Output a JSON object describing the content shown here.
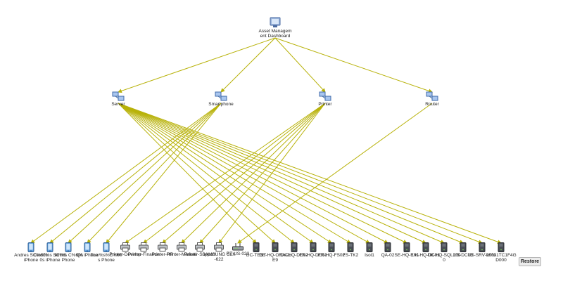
{
  "diagram": {
    "edge_color": "#b8b20a",
    "root": {
      "id": "dash",
      "label": "Asset Management Dashboard",
      "icon": "dashboard-icon"
    },
    "categories": [
      {
        "id": "server",
        "label": "Server",
        "icon": "server-icon"
      },
      {
        "id": "smartphone",
        "label": "Smartphone",
        "icon": "smartphone-icon"
      },
      {
        "id": "printer",
        "label": "Printer",
        "icon": "printer-icon"
      },
      {
        "id": "router",
        "label": "Router",
        "icon": "router-icon"
      }
    ],
    "assets": [
      {
        "id": "a1",
        "label": "Andres SC%60s iPhone",
        "icon": "iphone-icon",
        "parent": "smartphone"
      },
      {
        "id": "a2",
        "label": "David%s SC%60s iPhone",
        "icon": "iphone-icon",
        "parent": "smartphone"
      },
      {
        "id": "a3",
        "label": "Jim%s C%60s Phone",
        "icon": "iphone-icon",
        "parent": "smartphone"
      },
      {
        "id": "a4",
        "label": "QA iPhone",
        "icon": "iphone-icon",
        "parent": "smartphone"
      },
      {
        "id": "a5",
        "label": "Tom%s%C%60s Phone",
        "icon": "iphone-icon",
        "parent": "smartphone"
      },
      {
        "id": "a6",
        "label": "Printer-Develop",
        "icon": "printer-icon",
        "parent": "printer"
      },
      {
        "id": "a7",
        "label": "Printer-Finance",
        "icon": "printer-icon",
        "parent": "printer"
      },
      {
        "id": "a8",
        "label": "Printer-HR",
        "icon": "printer-icon",
        "parent": "printer"
      },
      {
        "id": "a9",
        "label": "Printer-Marketi",
        "icon": "printer-icon",
        "parent": "printer"
      },
      {
        "id": "a10",
        "label": "Printer-Support",
        "icon": "printer-icon",
        "parent": "printer"
      },
      {
        "id": "a11",
        "label": "SAMSUNG CLX-622",
        "icon": "printer-icon",
        "parent": "printer"
      },
      {
        "id": "a12",
        "label": "RT-US-023",
        "icon": "router-icon",
        "parent": "router"
      },
      {
        "id": "a13",
        "label": "DC-TEST",
        "icon": "server-icon",
        "parent": "server"
      },
      {
        "id": "a14",
        "label": "DE-HQ-ORACLE9",
        "icon": "server-icon",
        "parent": "server"
      },
      {
        "id": "a15",
        "label": "DK-HQ-DC02",
        "icon": "server-icon",
        "parent": "server"
      },
      {
        "id": "a16",
        "label": "FR-HQ-DC01",
        "icon": "server-icon",
        "parent": "server"
      },
      {
        "id": "a17",
        "label": "FR-HQ-FS02",
        "icon": "server-icon",
        "parent": "server"
      },
      {
        "id": "a18",
        "label": "FS-TK2",
        "icon": "server-icon",
        "parent": "server"
      },
      {
        "id": "a19",
        "label": "Isol1",
        "icon": "server-icon",
        "parent": "server"
      },
      {
        "id": "a20",
        "label": "QA-02",
        "icon": "server-icon",
        "parent": "server"
      },
      {
        "id": "a21",
        "label": "SE-HQ-EX1",
        "icon": "server-icon",
        "parent": "server"
      },
      {
        "id": "a22",
        "label": "UK-HQ-DC01",
        "icon": "server-icon",
        "parent": "server"
      },
      {
        "id": "a23",
        "label": "UK-HQ-SQL2000",
        "icon": "server-icon",
        "parent": "server"
      },
      {
        "id": "a24",
        "label": "US-DC03",
        "icon": "server-icon",
        "parent": "server"
      },
      {
        "id": "a25",
        "label": "US-SRV-2003",
        "icon": "server-icon",
        "parent": "server"
      },
      {
        "id": "a26",
        "label": "WIN-1TC1F4GD000",
        "icon": "server-icon",
        "parent": "server"
      }
    ]
  },
  "controls": {
    "restore_label": "Restore"
  }
}
